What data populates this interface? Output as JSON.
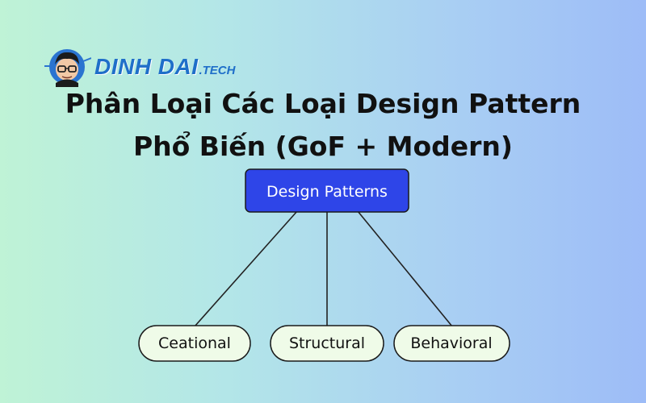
{
  "logo": {
    "text": "DINH DAI",
    "suffix": ".TECH"
  },
  "title": {
    "line1": "Phân Loại Các Loại Design Pattern",
    "line2": "Phổ Biến (GoF + Modern)"
  },
  "diagram": {
    "root": {
      "label": "Design Patterns",
      "fill": "#2e45e8"
    },
    "children": [
      {
        "label": "Ceational"
      },
      {
        "label": "Structural"
      },
      {
        "label": "Behavioral"
      }
    ],
    "child_fill": "#effbe8"
  }
}
